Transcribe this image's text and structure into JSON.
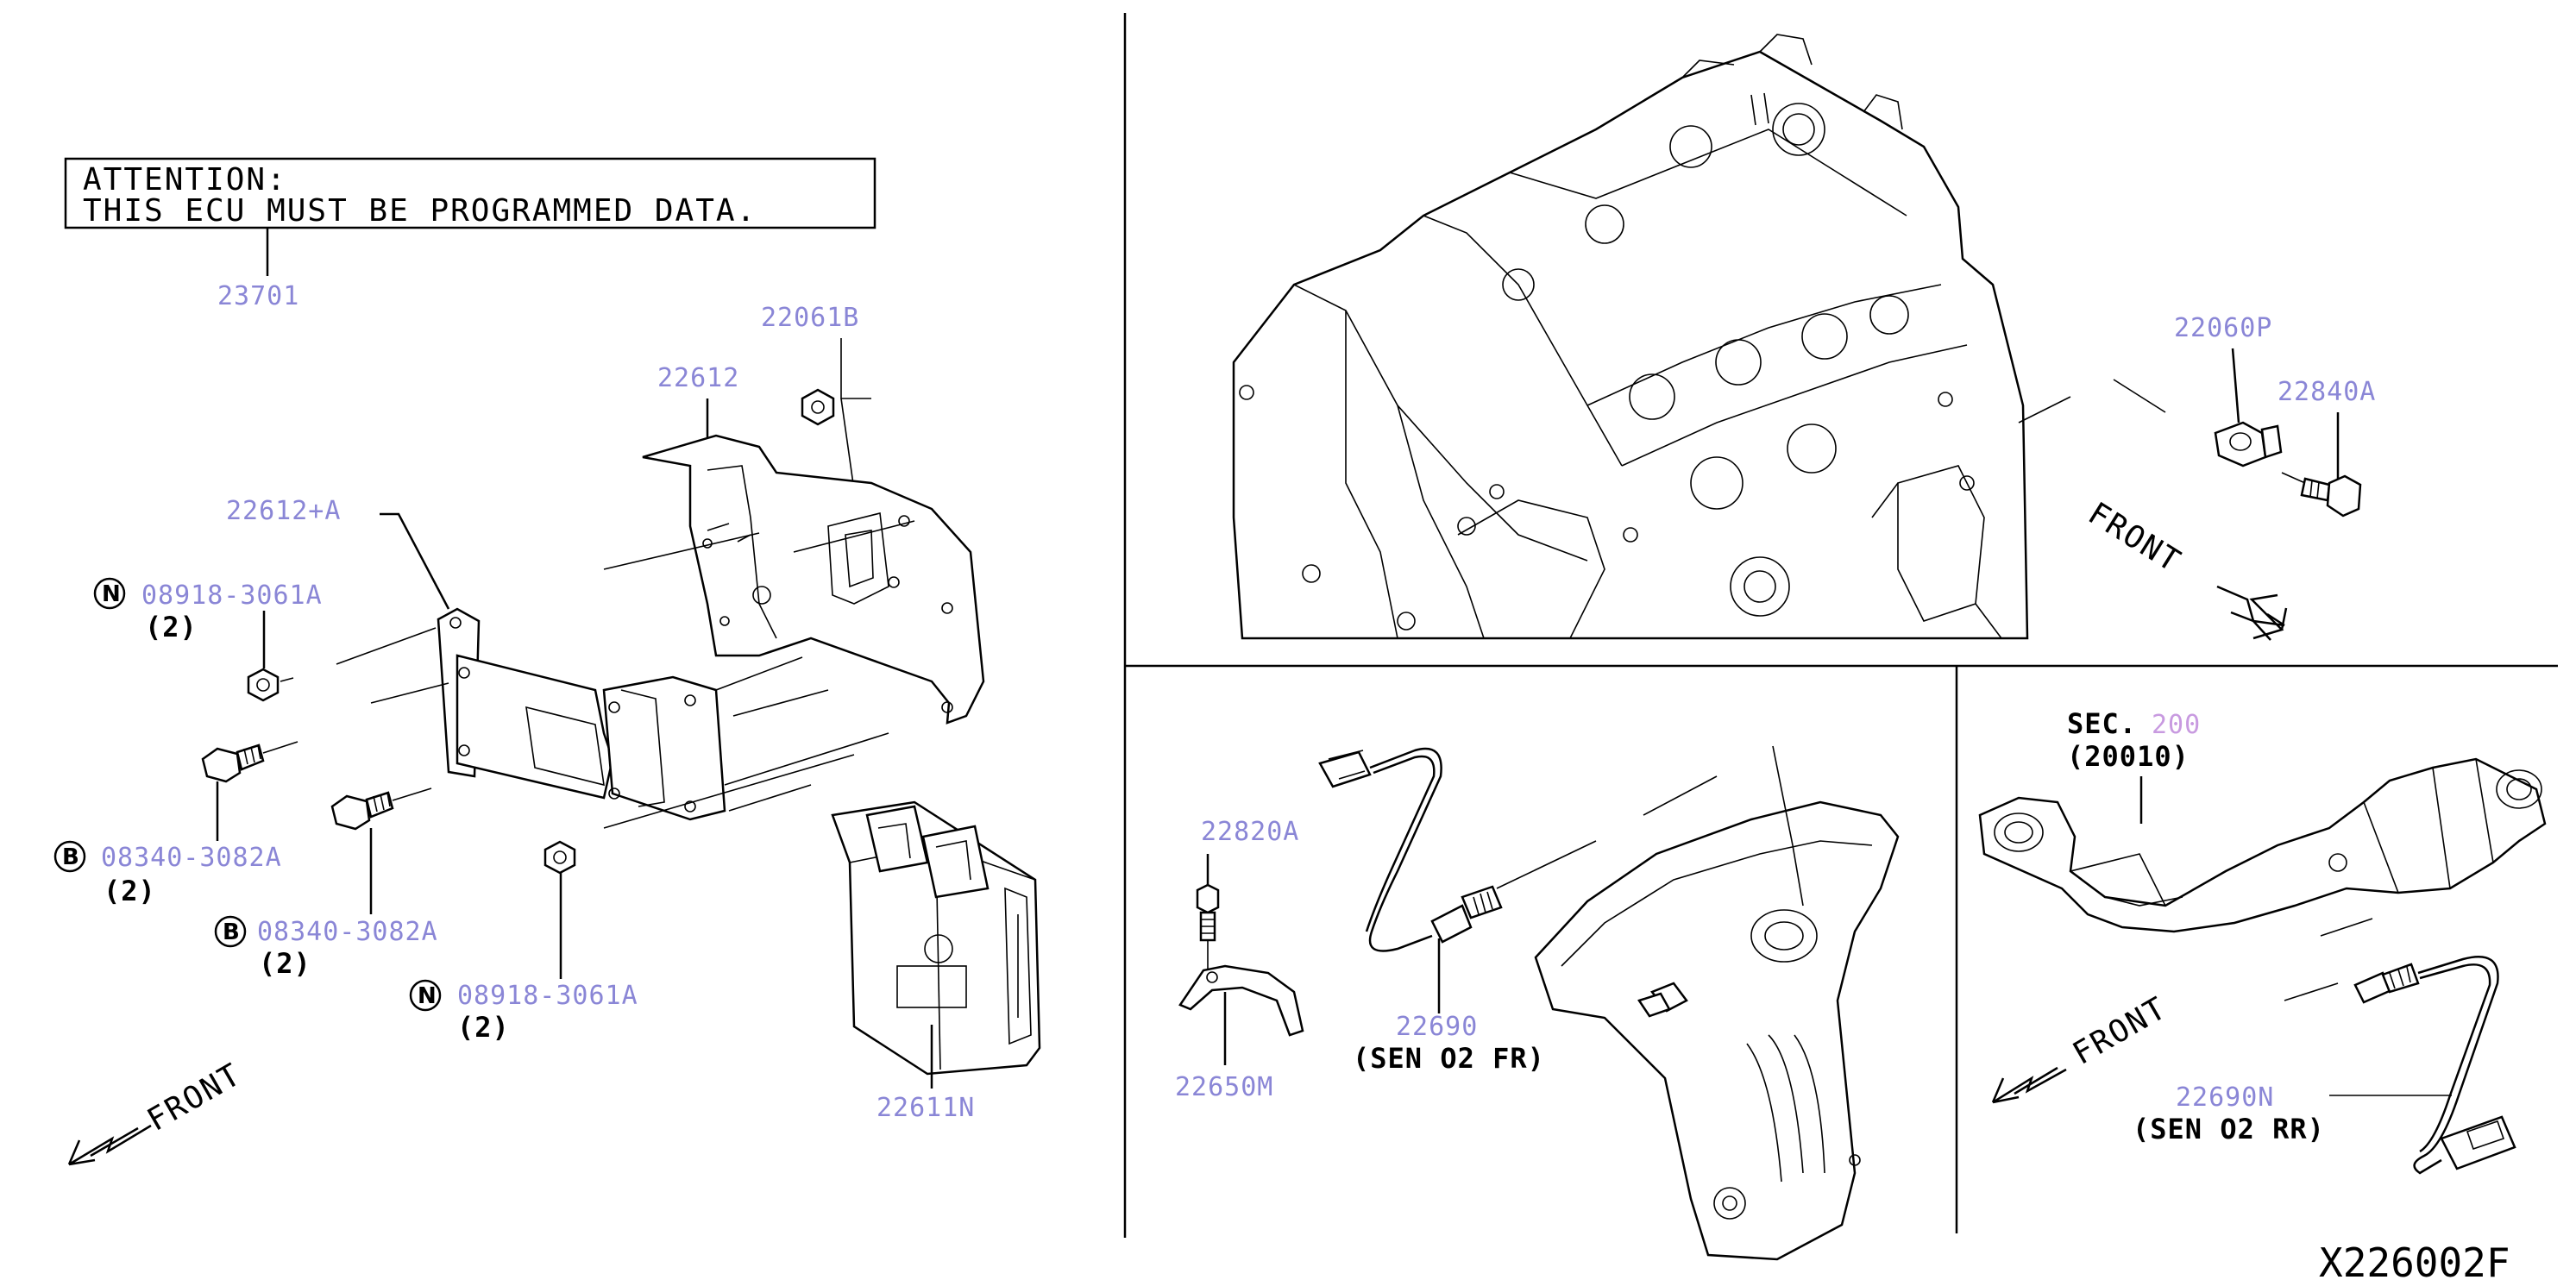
{
  "attention": {
    "line1": "ATTENTION:",
    "line2": "THIS ECU MUST BE PROGRAMMED DATA."
  },
  "parts": {
    "p23701": "23701",
    "p22061B": "22061B",
    "p22612": "22612",
    "p22612A": "22612+A",
    "p08918_1": "08918-3061A",
    "p08918_1_qty": "(2)",
    "p08340_1": "08340-3082A",
    "p08340_1_qty": "(2)",
    "p08340_2": "08340-3082A",
    "p08340_2_qty": "(2)",
    "p08918_2": "08918-3061A",
    "p08918_2_qty": "(2)",
    "p22611N": "22611N",
    "p22060P": "22060P",
    "p22840A": "22840A",
    "p22820A": "22820A",
    "p22650M": "22650M",
    "p22690": "22690",
    "p22690_desc": "(SEN O2 FR)",
    "p22690N": "22690N",
    "p22690N_desc": "(SEN O2 RR)",
    "sec_prefix": "SEC.",
    "sec_num": "200",
    "sec_sub": "(20010)"
  },
  "symbols": {
    "nut": "N",
    "bolt": "B"
  },
  "front_labels": {
    "ecu": "FRONT",
    "engine": "FRONT",
    "exhaust": "FRONT"
  },
  "diagram_code": "X226002F",
  "colors": {
    "part_number": "#8a86d6",
    "line": "#000000",
    "background": "#ffffff"
  }
}
